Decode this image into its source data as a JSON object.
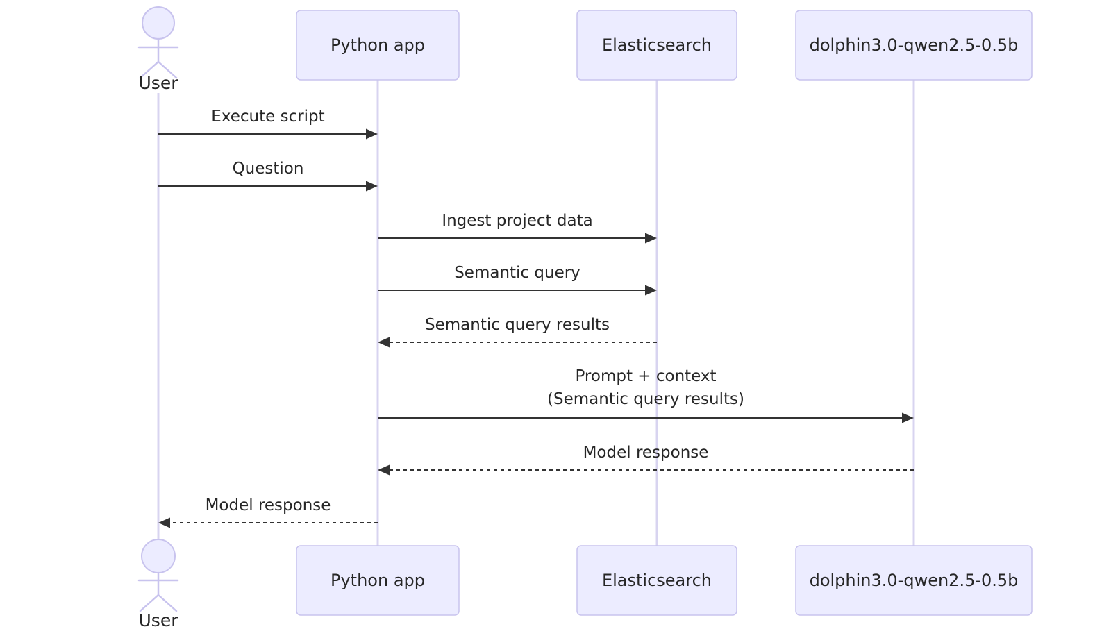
{
  "diagram": {
    "type": "sequence-diagram",
    "background": "#FFFFFF",
    "colors": {
      "participant_fill": "#ECECFF",
      "participant_border": "#C8C3EE",
      "lifeline": "#D8D4F0",
      "arrow": "#333333",
      "text": "#262626"
    },
    "actors": [
      {
        "label": "User",
        "kind": "actor"
      },
      {
        "label": "Python app",
        "kind": "participant"
      },
      {
        "label": "Elasticsearch",
        "kind": "participant"
      },
      {
        "label": "dolphin3.0-qwen2.5-0.5b",
        "kind": "participant"
      }
    ],
    "messages": [
      {
        "from": "User",
        "to": "Python app",
        "label": "Execute script",
        "line": "solid",
        "arrow": "filled"
      },
      {
        "from": "User",
        "to": "Python app",
        "label": "Question",
        "line": "solid",
        "arrow": "filled"
      },
      {
        "from": "Python app",
        "to": "Elasticsearch",
        "label": "Ingest project data",
        "line": "solid",
        "arrow": "filled"
      },
      {
        "from": "Python app",
        "to": "Elasticsearch",
        "label": "Semantic query",
        "line": "solid",
        "arrow": "filled"
      },
      {
        "from": "Elasticsearch",
        "to": "Python app",
        "label": "Semantic query results",
        "line": "dashed",
        "arrow": "filled"
      },
      {
        "from": "Python app",
        "to": "dolphin3.0-qwen2.5-0.5b",
        "label": "Prompt + context",
        "label_line2": "(Semantic query results)",
        "line": "solid",
        "arrow": "filled"
      },
      {
        "from": "dolphin3.0-qwen2.5-0.5b",
        "to": "Python app",
        "label": "Model response",
        "line": "dashed",
        "arrow": "filled"
      },
      {
        "from": "Python app",
        "to": "User",
        "label": "Model response",
        "line": "dashed",
        "arrow": "filled"
      }
    ]
  }
}
